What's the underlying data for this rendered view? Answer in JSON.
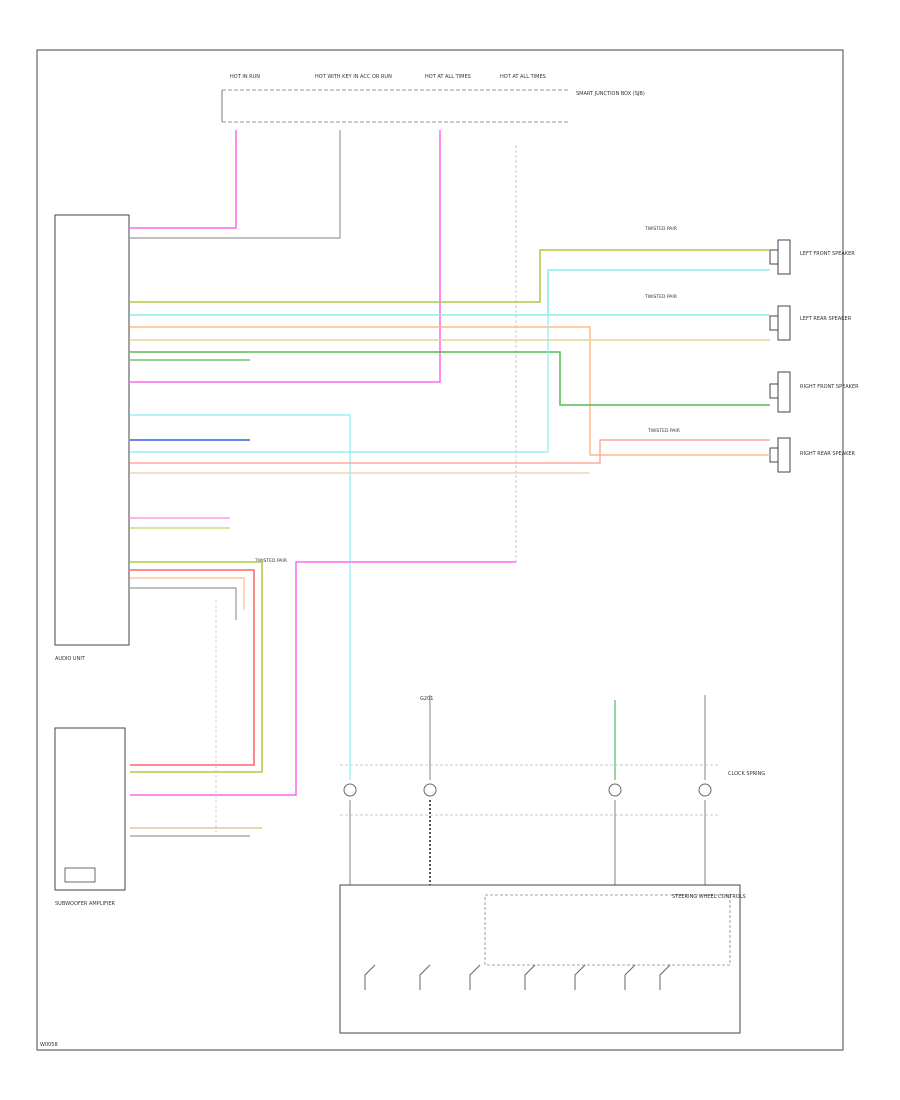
{
  "labels": {
    "fuse_a": "HOT IN RUN",
    "fuse_b": "HOT WITH KEY IN ACC OR RUN",
    "fuse_c": "HOT AT ALL TIMES",
    "fuse_d": "HOT AT ALL TIMES",
    "fuse_box": "SMART JUNCTION BOX (SJB)",
    "radio": "AUDIO UNIT",
    "amp": "SUBWOOFER AMPLIFIER",
    "lf_speaker": "LEFT FRONT SPEAKER",
    "lr_speaker": "LEFT REAR SPEAKER",
    "rf_speaker": "RIGHT FRONT SPEAKER",
    "rr_speaker": "RIGHT REAR SPEAKER",
    "twisted_1": "TWISTED PAIR",
    "twisted_2": "TWISTED PAIR",
    "twisted_3": "TWISTED PAIR",
    "twisted_4": "TWISTED PAIR",
    "clock_spring": "CLOCK SPRING",
    "steering_controls": "STEERING WHEEL CONTROLS",
    "gnd": "G201",
    "footer": "W0058"
  },
  "colors": {
    "pink": "#ff66ee",
    "orange": "#ffbb88",
    "cyan": "#88eeee",
    "yellow_green": "#aacc44",
    "green": "#55bb55",
    "blue": "#6688ee",
    "tan": "#e8d49a",
    "gray": "#999999",
    "red": "#ff6666",
    "salmon": "#ff9988"
  }
}
